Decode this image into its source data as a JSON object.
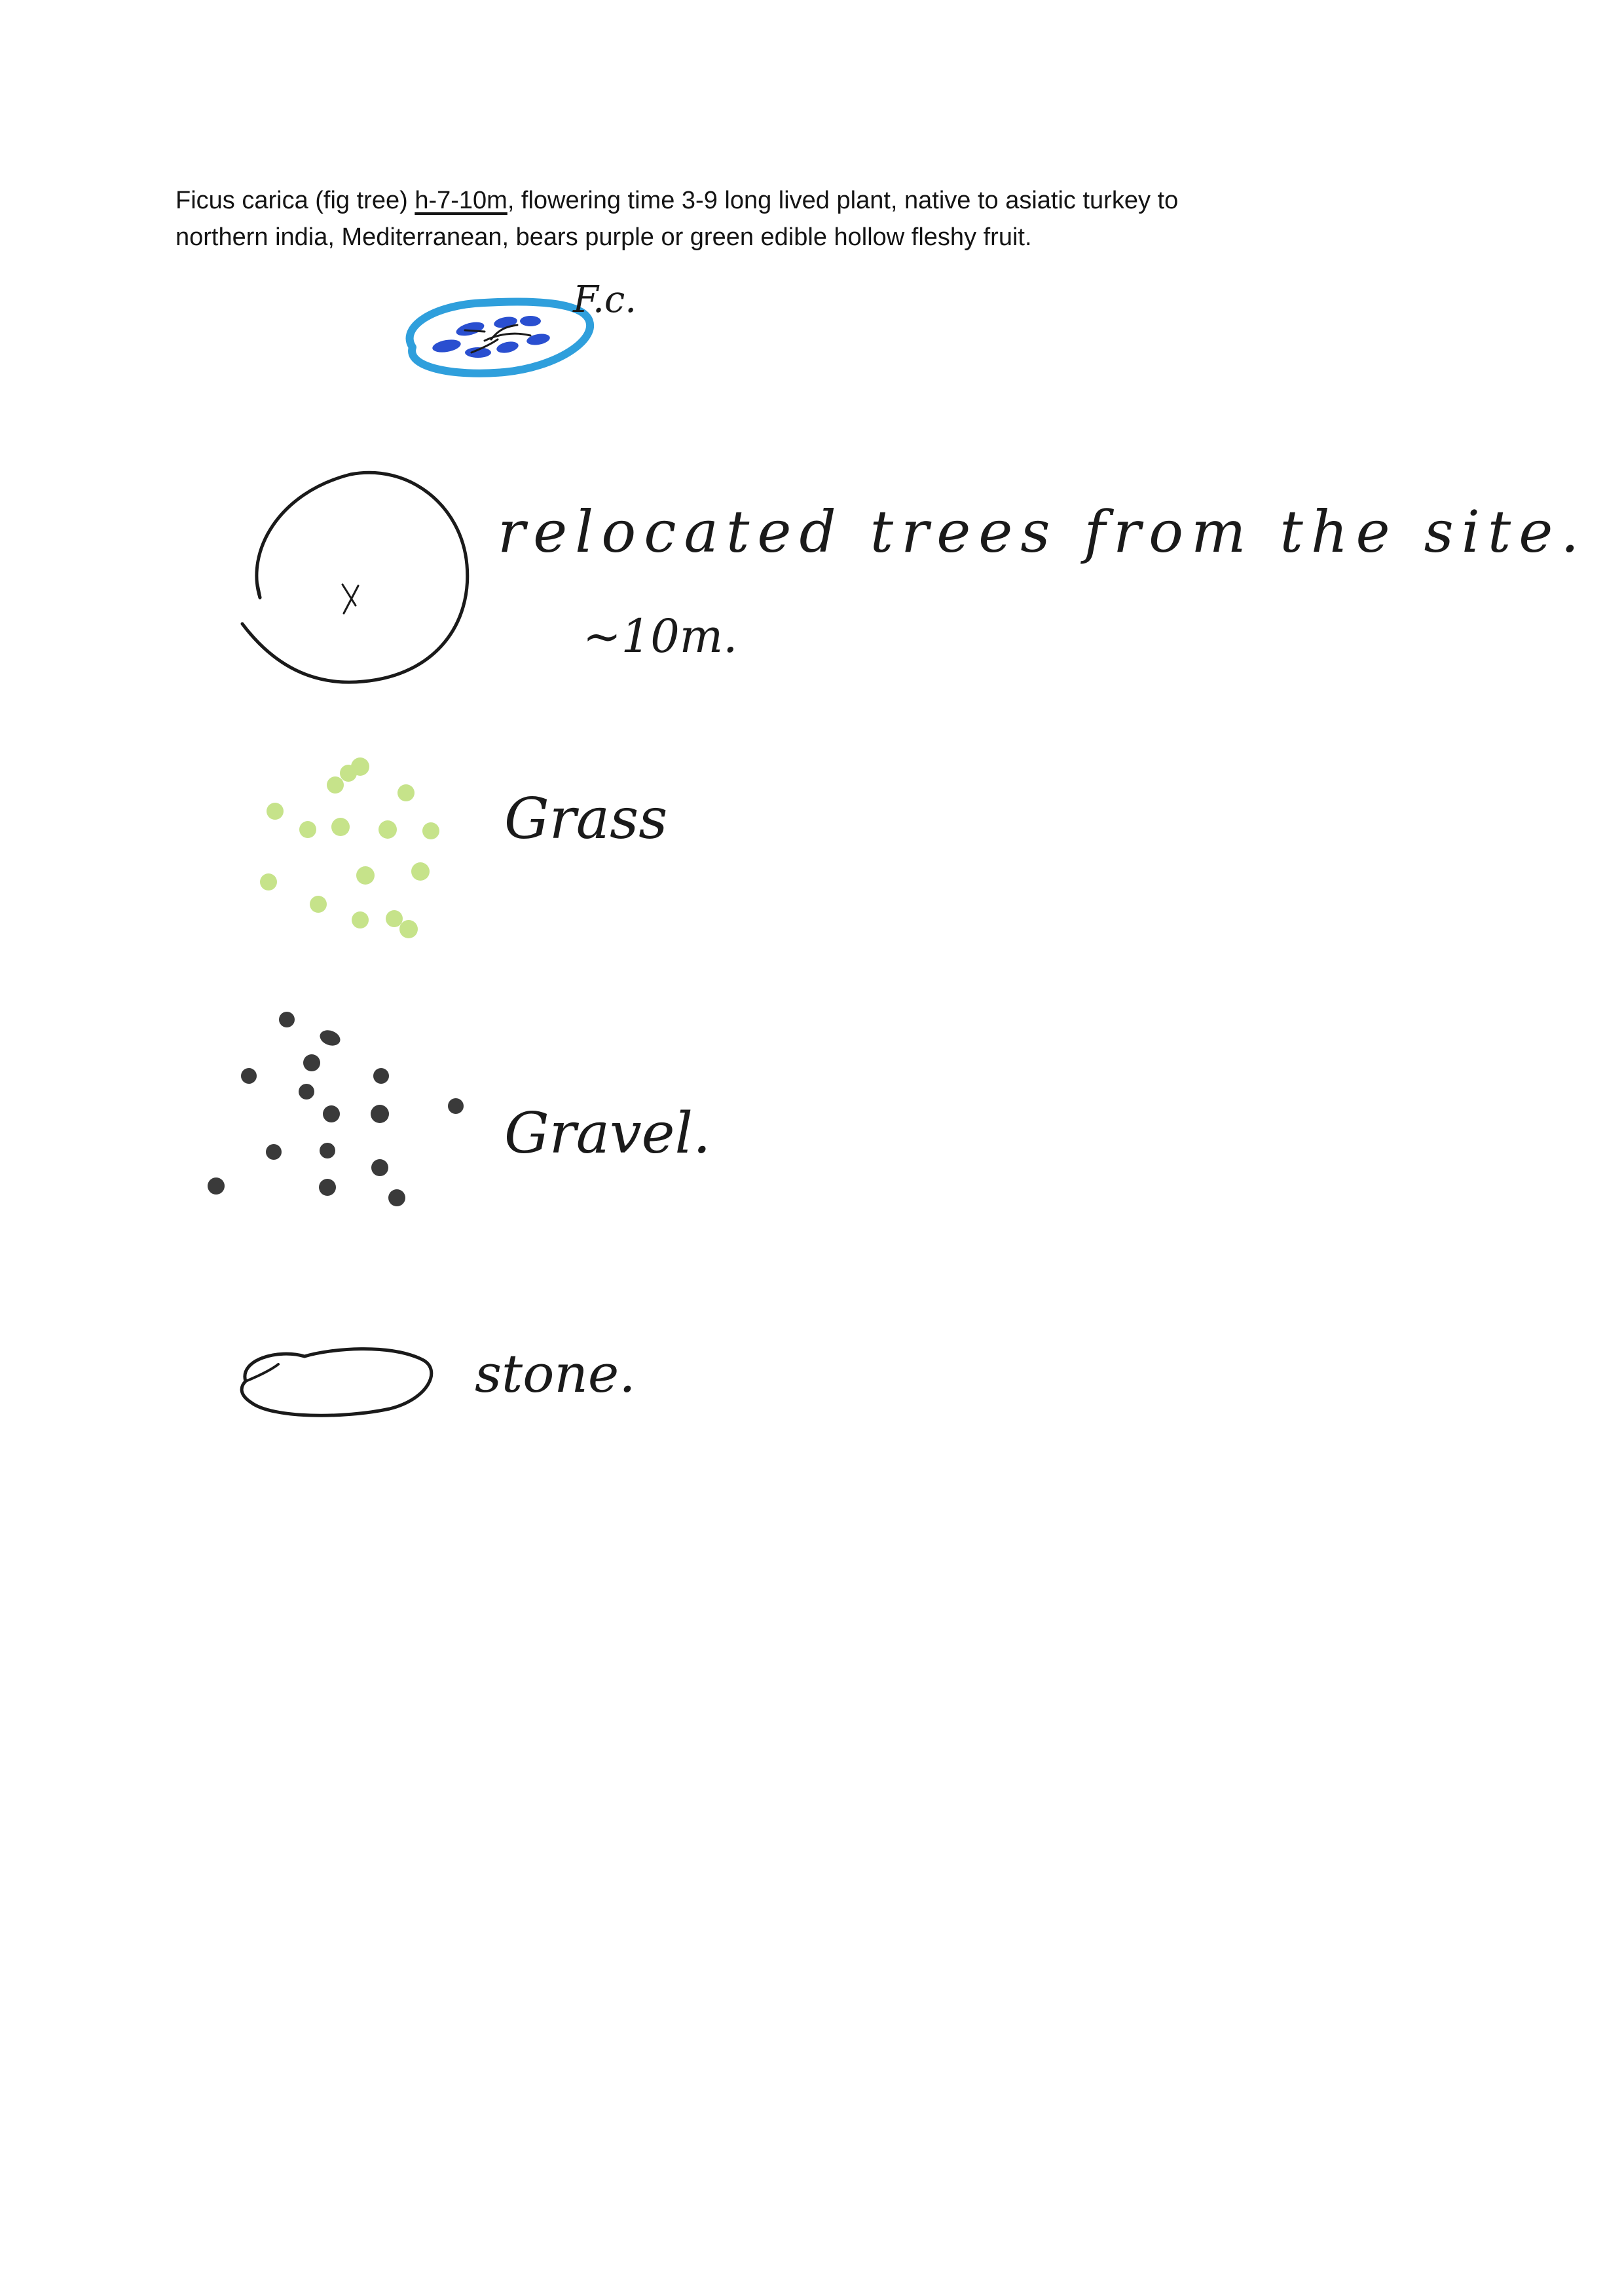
{
  "header_note": {
    "line1_before": "Ficus carica (fig tree) ",
    "line1_underlined": "h-7-10m",
    "line1_after": ", flowering time 3-9 long lived plant, native to asiatic turkey to",
    "line2": "northern india, Mediterranean, bears purple or green edible hollow fleshy fruit."
  },
  "legend": {
    "fig_tree_label": "F.c.",
    "relocated_trees_label": "relocated trees from the site.",
    "relocated_trees_size": "~10m.",
    "grass_label": "Grass",
    "gravel_label": "Gravel.",
    "stone_label": "stone."
  },
  "colors": {
    "fig_outline": "#2f9fdc",
    "fig_fruit": "#2a4fd0",
    "grass_dot": "#c6e38a",
    "gravel_dot": "#3a3a3a",
    "ink": "#1a1a1a"
  }
}
